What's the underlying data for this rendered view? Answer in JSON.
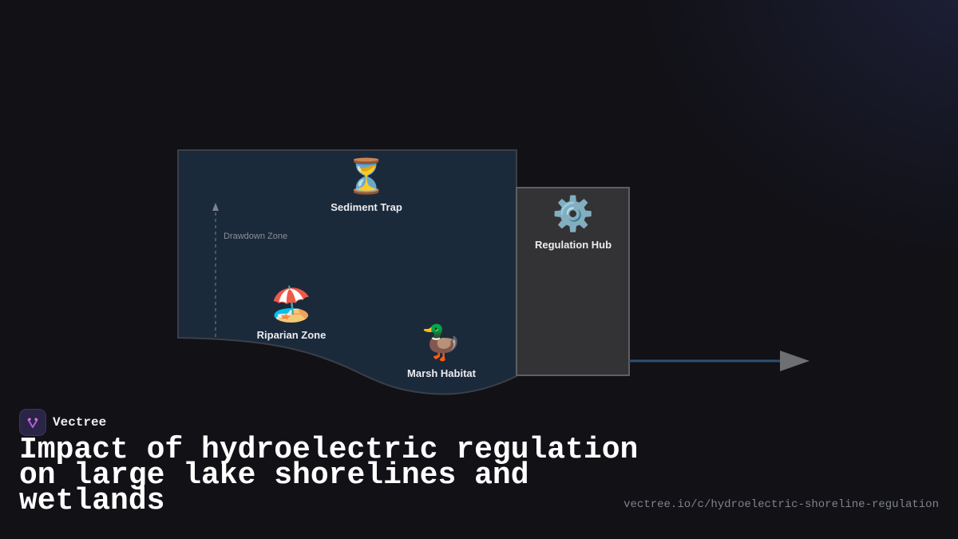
{
  "diagram": {
    "nodes": {
      "sediment_trap": {
        "icon": "hourglass-icon",
        "glyph": "⏳",
        "label": "Sediment Trap"
      },
      "regulation_hub": {
        "icon": "gear-icon",
        "glyph": "⚙️",
        "label": "Regulation Hub"
      },
      "riparian_zone": {
        "icon": "beach-umbrella-icon",
        "glyph": "🏖️",
        "label": "Riparian Zone"
      },
      "marsh_habitat": {
        "icon": "duck-icon",
        "glyph": "🦆",
        "label": "Marsh Habitat"
      }
    },
    "annotations": {
      "drawdown_zone": "Drawdown Zone"
    },
    "colors": {
      "lake_fill": "#1b2a3b",
      "lake_stroke": "#3b3f48",
      "hub_fill": "#333335",
      "hub_stroke": "#5d5f64",
      "flow_line": "#2f4f6f",
      "arrow_head": "#6e6f73"
    }
  },
  "brand": {
    "name": "Vectree",
    "logo_icon": "vectree-logo-icon"
  },
  "title": "Impact of hydroelectric regulation on large lake shorelines and wetlands",
  "url": "vectree.io/c/hydroelectric-shoreline-regulation"
}
